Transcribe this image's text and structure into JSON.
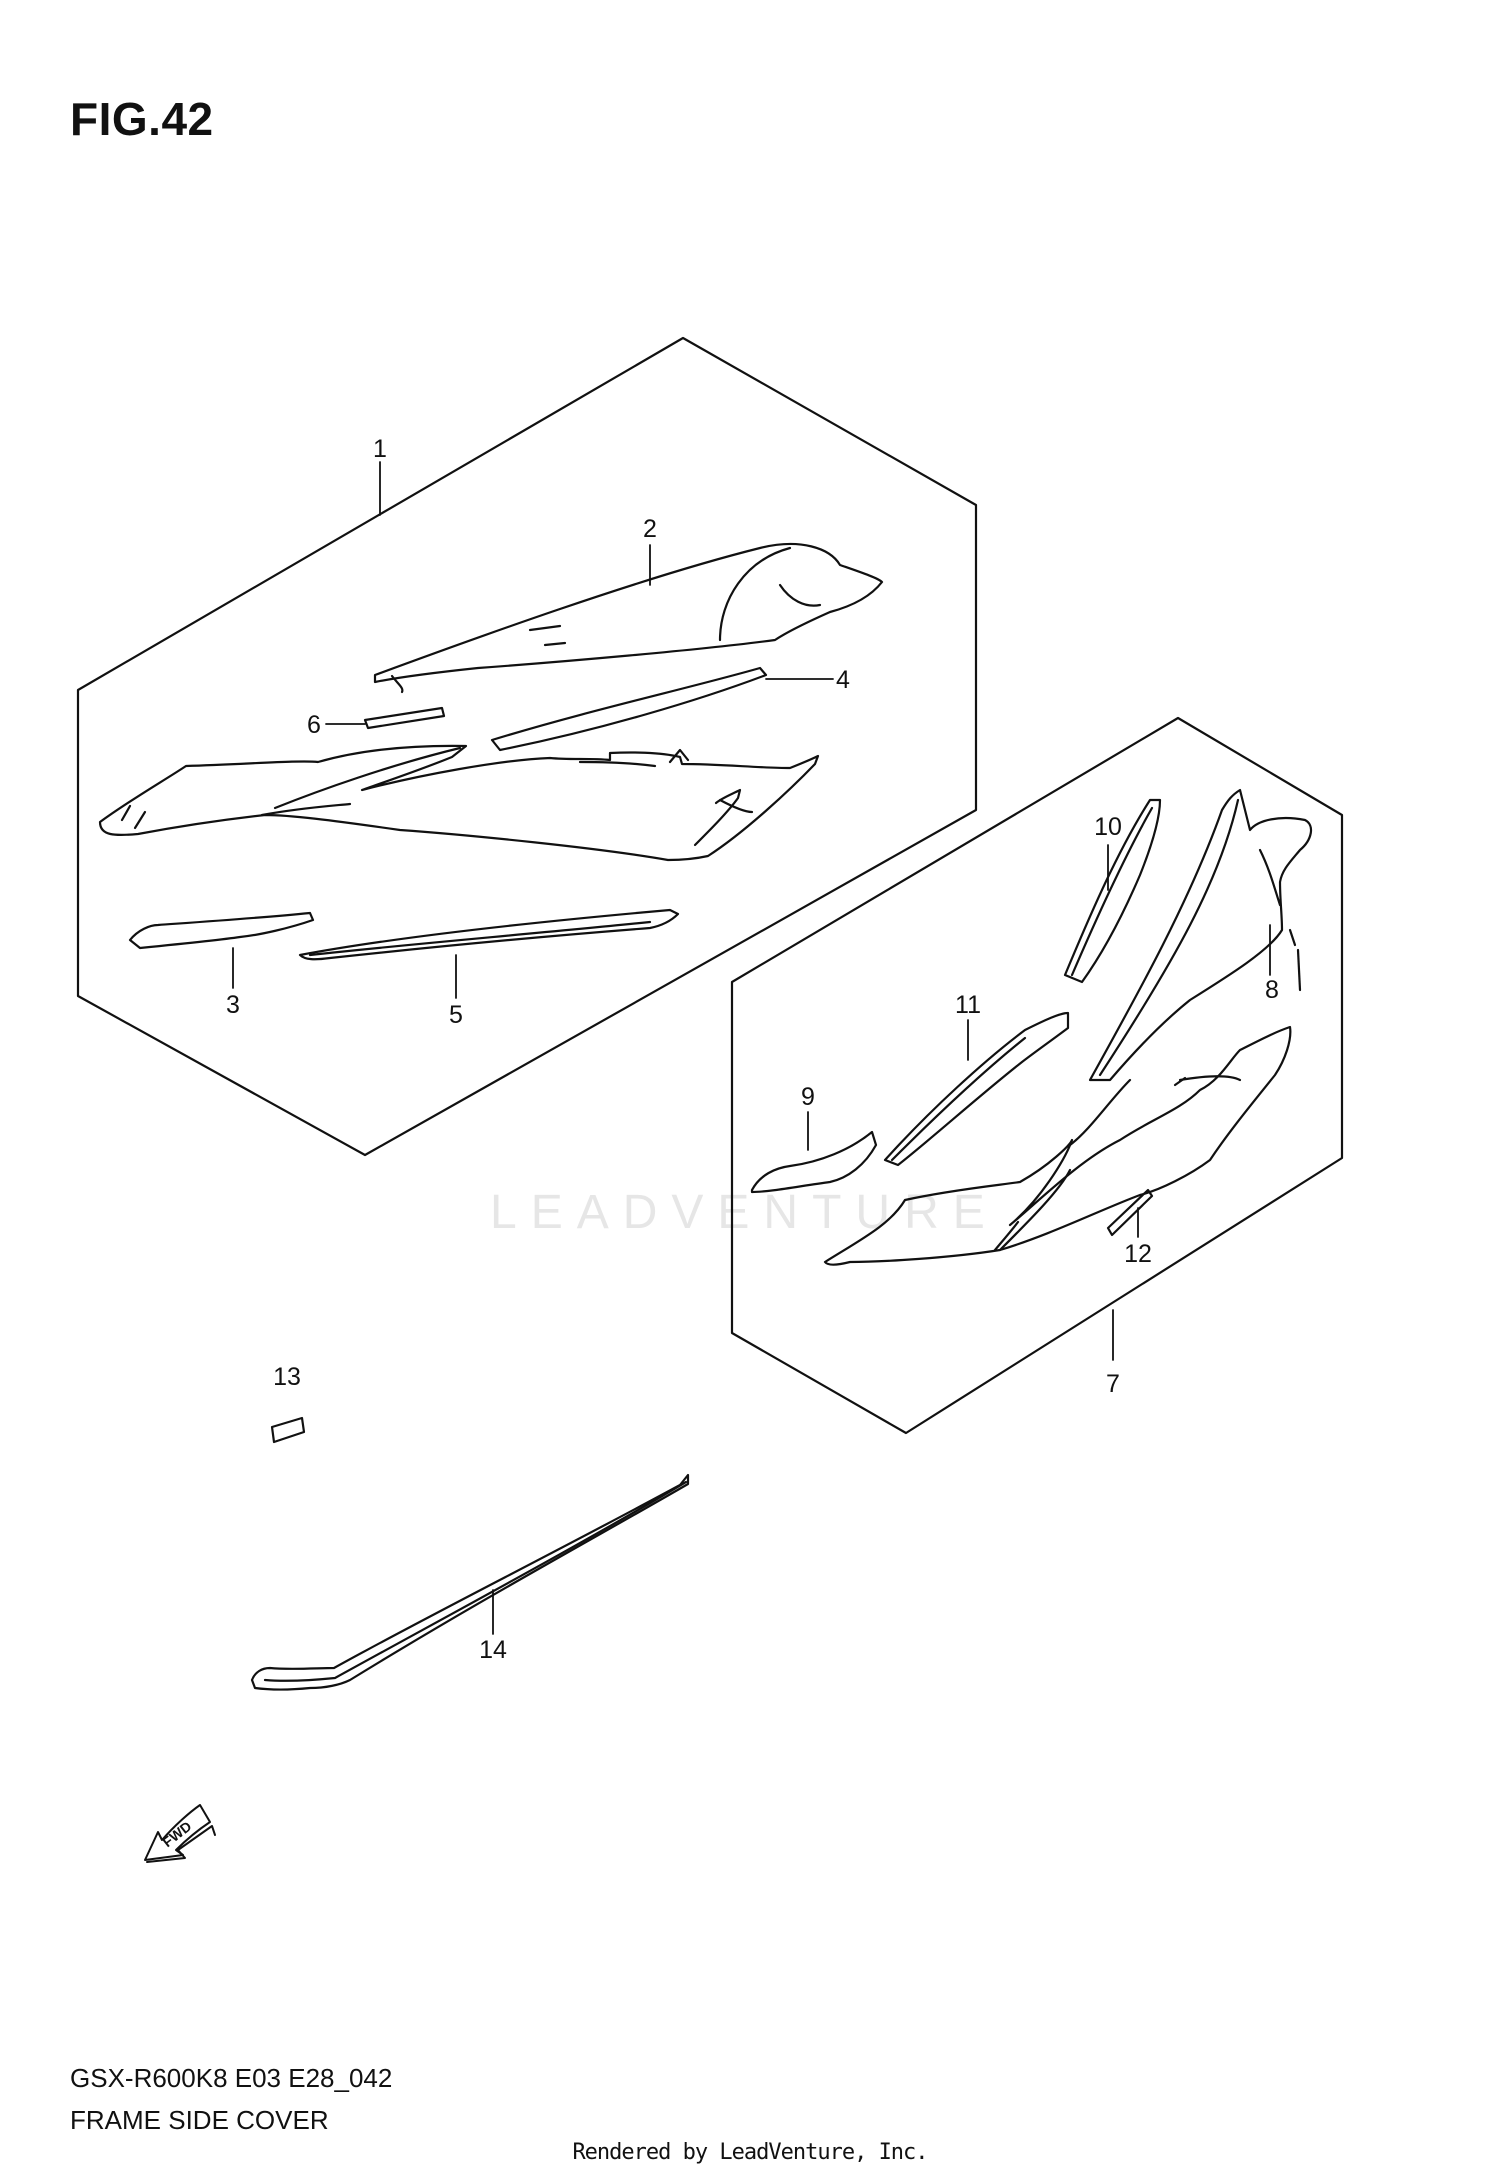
{
  "figure": {
    "title": "FIG.42",
    "model_code": "GSX-R600K8 E03 E28_042",
    "name": "FRAME SIDE COVER"
  },
  "callouts": [
    "1",
    "2",
    "3",
    "4",
    "5",
    "6",
    "7",
    "8",
    "9",
    "10",
    "11",
    "12",
    "13",
    "14"
  ],
  "direction_marker": "FWD",
  "watermark": "LEADVENTURE",
  "credit": "Rendered by LeadVenture, Inc."
}
